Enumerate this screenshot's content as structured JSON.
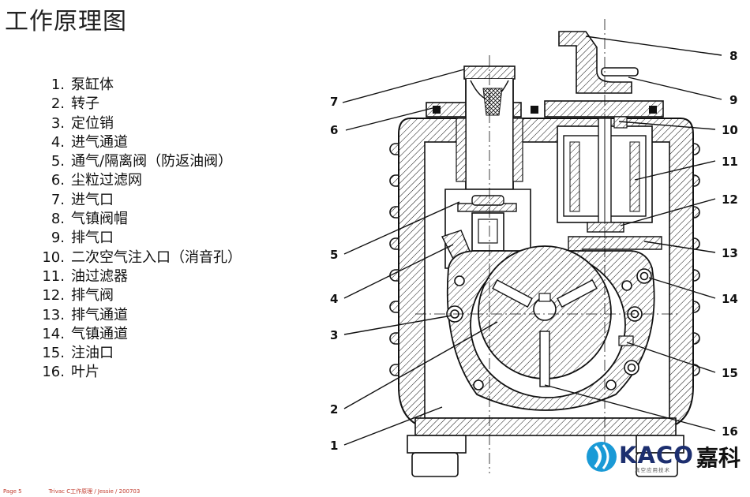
{
  "title": "工作原理图",
  "legend": [
    {
      "num": "1.",
      "label": "泵缸体"
    },
    {
      "num": "2.",
      "label": "转子"
    },
    {
      "num": "3.",
      "label": "定位销"
    },
    {
      "num": "4.",
      "label": "进气通道"
    },
    {
      "num": "5.",
      "label": "通气/隔离阀（防返油阀）"
    },
    {
      "num": "6.",
      "label": "尘粒过滤网"
    },
    {
      "num": "7.",
      "label": "进气口"
    },
    {
      "num": "8.",
      "label": "气镇阀帽"
    },
    {
      "num": "9.",
      "label": "排气口"
    },
    {
      "num": "10.",
      "label": "二次空气注入口（消音孔）"
    },
    {
      "num": "11.",
      "label": "油过滤器"
    },
    {
      "num": "12.",
      "label": "排气阀"
    },
    {
      "num": "13.",
      "label": "排气通道"
    },
    {
      "num": "14.",
      "label": "气镇通道"
    },
    {
      "num": "15.",
      "label": "注油口"
    },
    {
      "num": "16.",
      "label": "叶片"
    }
  ],
  "callouts": [
    "1",
    "2",
    "3",
    "4",
    "5",
    "6",
    "7",
    "8",
    "9",
    "10",
    "11",
    "12",
    "13",
    "14",
    "15",
    "16"
  ],
  "footer": {
    "page": "Page 5",
    "caption": "Trivac C工作原理 / Jessie / 200703"
  },
  "logo": {
    "word": "KACO",
    "cn": "嘉科",
    "sub": "真空应用技术"
  },
  "colors": {
    "brand": "#1d2f6f",
    "accent": "#1a9ad6",
    "footer": "#c0392b"
  }
}
